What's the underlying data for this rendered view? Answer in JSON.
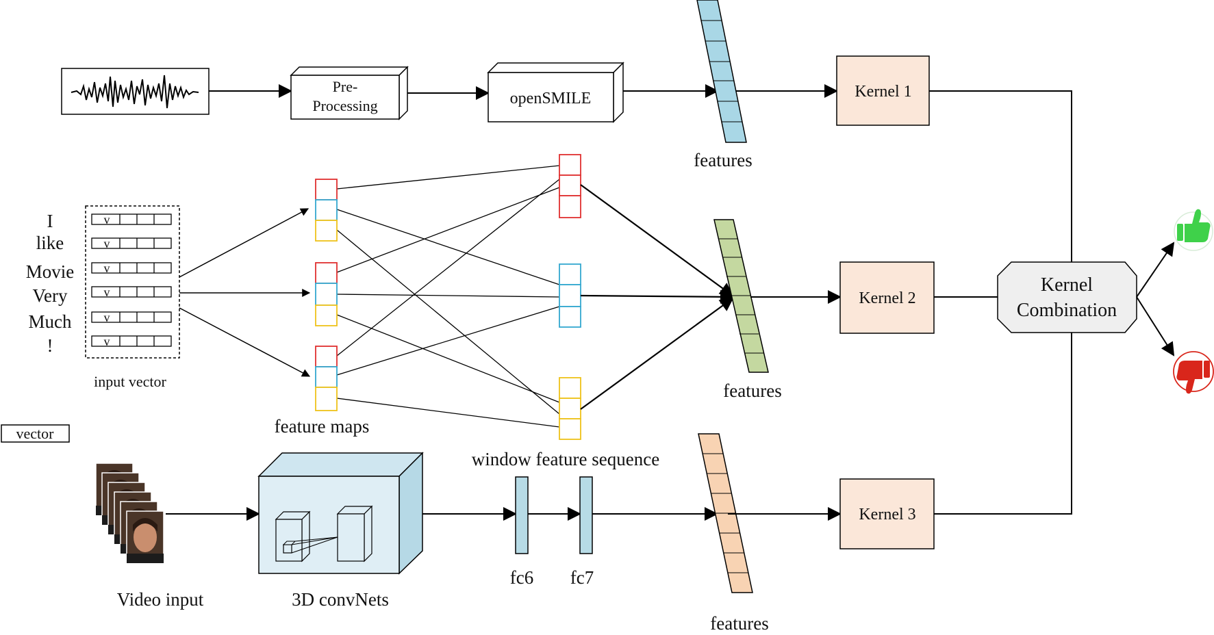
{
  "audio_branch": {
    "preprocessing_line1": "Pre-",
    "preprocessing_line2": "Processing",
    "opensmile": "openSMILE",
    "features_label": "features",
    "kernel": "Kernel 1"
  },
  "text_branch": {
    "sentence_words": [
      "I",
      "like",
      "Movie",
      "Very",
      "Much",
      "!"
    ],
    "cell_letter": "v",
    "input_vector_label": "input vector",
    "feature_maps_label": "feature maps",
    "window_label": "window feature sequence",
    "features_label": "features",
    "kernel": "Kernel 2"
  },
  "legend": {
    "vector_label": "vector"
  },
  "video_branch": {
    "video_input_label": "Video input",
    "convnets_label": "3D convNets",
    "fc6_label": "fc6",
    "fc7_label": "fc7",
    "features_label": "features",
    "kernel": "Kernel 3"
  },
  "combination": {
    "line1": "Kernel",
    "line2": "Combination"
  },
  "output": {
    "positive_icon": "thumbs-up-icon",
    "negative_icon": "thumbs-down-icon"
  },
  "colors": {
    "audio_features": "#a9d7e6",
    "text_features": "#c4d8a0",
    "video_features": "#f8d3b3",
    "kernel_fill": "#fbe7d9",
    "combination_fill": "#efefef",
    "fc_fill": "#b7dbe6",
    "convnet_fill": "#dfeef5",
    "map_red": "#e03030",
    "map_cyan": "#33a8d0",
    "map_yellow": "#eec21a",
    "thumb_up": "#3fd14a",
    "thumb_down": "#d9261b"
  }
}
